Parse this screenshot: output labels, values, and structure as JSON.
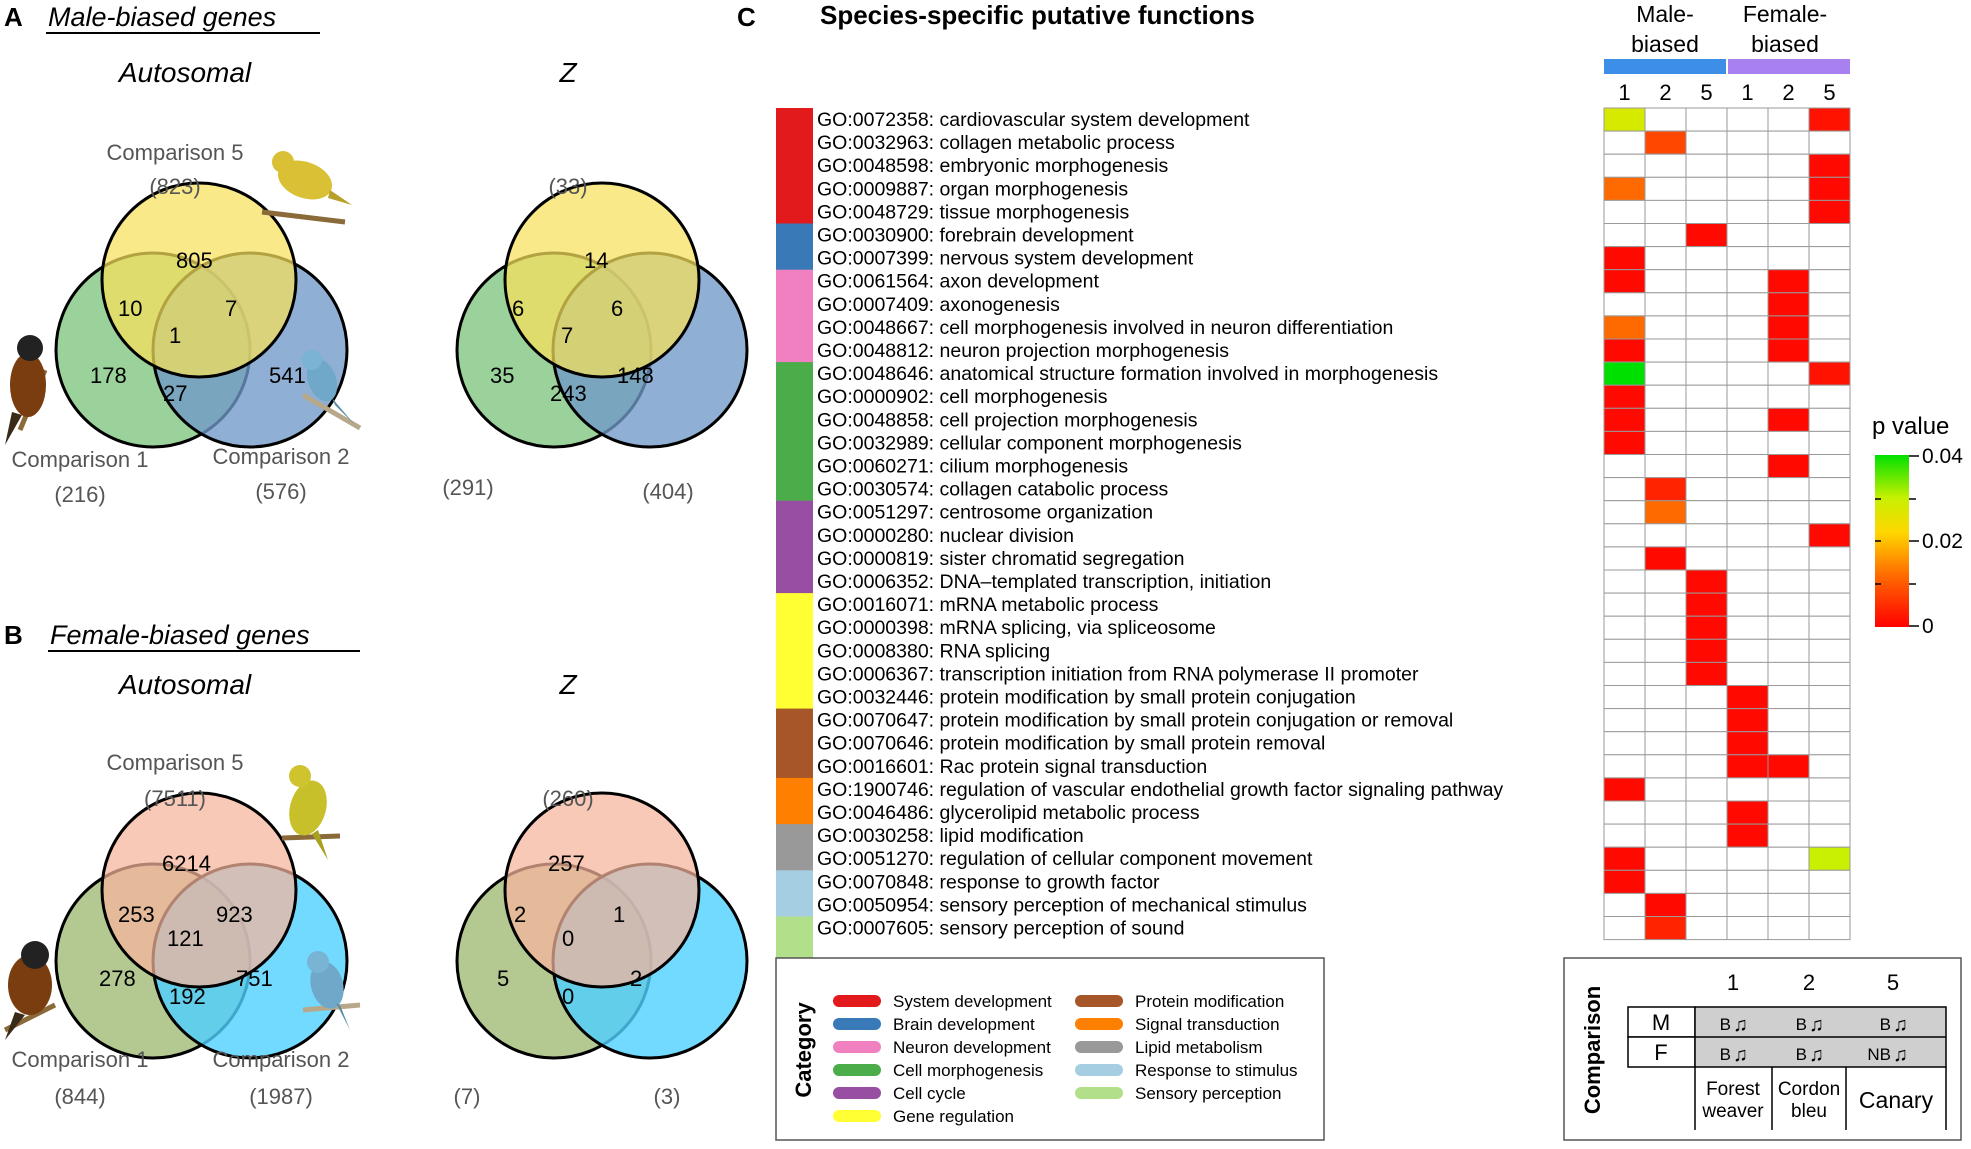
{
  "panelA": {
    "letter": "A",
    "title": "Male-biased genes",
    "autosomal": "Autosomal",
    "z": "Z",
    "auto": {
      "c5_label": "Comparison 5",
      "c5_total": "(823)",
      "c1_label": "Comparison 1",
      "c1_total": "(216)",
      "c2_label": "Comparison 2",
      "c2_total": "(576)",
      "top": "805",
      "left": "178",
      "right": "541",
      "top_left": "10",
      "top_right": "7",
      "bottom": "27",
      "center": "1"
    },
    "zset": {
      "c5_total": "(33)",
      "c1_total": "(291)",
      "c2_total": "(404)",
      "top": "14",
      "left": "35",
      "right": "148",
      "top_left": "6",
      "top_right": "6",
      "bottom": "243",
      "center": "7"
    }
  },
  "panelB": {
    "letter": "B",
    "title": "Female-biased genes",
    "autosomal": "Autosomal",
    "z": "Z",
    "auto": {
      "c5_label": "Comparison 5",
      "c5_total": "(7511)",
      "c1_label": "Comparison 1",
      "c1_total": "(844)",
      "c2_label": "Comparison 2",
      "c2_total": "(1987)",
      "top": "6214",
      "left": "278",
      "right": "751",
      "top_left": "253",
      "top_right": "923",
      "bottom": "192",
      "center": "121"
    },
    "zset": {
      "c5_total": "(260)",
      "c1_total": "(7)",
      "c2_total": "(3)",
      "top": "257",
      "left": "5",
      "right": "2",
      "top_left": "2",
      "top_right": "1",
      "bottom": "0",
      "center": "0"
    }
  },
  "panelC": {
    "letter": "C",
    "title": "Species-specific putative functions",
    "male_label_1": "Male-",
    "male_label_2": "biased",
    "female_label_1": "Female-",
    "female_label_2": "biased",
    "columns": [
      "1",
      "2",
      "5",
      "1",
      "2",
      "5"
    ],
    "group_colors": {
      "male": "#3d8ee6",
      "female": "#a980f0"
    },
    "categories": [
      {
        "name": "System development",
        "color": "#e31a1c",
        "count": 5
      },
      {
        "name": "Brain development",
        "color": "#3979b8",
        "count": 2
      },
      {
        "name": "Neuron development",
        "color": "#f080c0",
        "count": 4
      },
      {
        "name": "Cell morphogenesis",
        "color": "#4aad4a",
        "count": 6
      },
      {
        "name": "Cell cycle",
        "color": "#984ea3",
        "count": 4
      },
      {
        "name": "Gene regulation",
        "color": "#ffff33",
        "count": 5
      },
      {
        "name": "Protein modification",
        "color": "#a65628",
        "count": 3
      },
      {
        "name": "Signal transduction",
        "color": "#ff7f00",
        "count": 2
      },
      {
        "name": "Lipid metabolism",
        "color": "#999999",
        "count": 2
      },
      {
        "name": "Response to stimulus",
        "color": "#a6cee3",
        "count": 2
      },
      {
        "name": "Sensory perception",
        "color": "#b2df8a",
        "count": 2
      }
    ],
    "terms": [
      "GO:0072358: cardiovascular system development",
      "GO:0032963: collagen metabolic process",
      "GO:0048598: embryonic morphogenesis",
      "GO:0009887: organ morphogenesis",
      "GO:0048729: tissue morphogenesis",
      "GO:0030900: forebrain development",
      "GO:0007399: nervous system development",
      "GO:0061564: axon development",
      "GO:0007409: axonogenesis",
      "GO:0048667: cell morphogenesis involved in neuron differentiation",
      "GO:0048812: neuron projection morphogenesis",
      "GO:0048646: anatomical structure formation involved in morphogenesis",
      "GO:0000902: cell morphogenesis",
      "GO:0048858: cell projection morphogenesis",
      "GO:0032989: cellular component morphogenesis",
      "GO:0060271: cilium morphogenesis",
      "GO:0030574: collagen catabolic process",
      "GO:0051297: centrosome organization",
      "GO:0000280: nuclear division",
      "GO:0000819: sister chromatid segregation",
      "GO:0006352: DNA–templated transcription, initiation",
      "GO:0016071: mRNA metabolic process",
      "GO:0000398: mRNA splicing, via spliceosome",
      "GO:0008380: RNA splicing",
      "GO:0006367: transcription initiation from RNA polymerase II promoter",
      "GO:0032446: protein modification by small protein conjugation",
      "GO:0070647: protein modification by small protein conjugation or removal",
      "GO:0070646: protein modification by small protein removal",
      "GO:0016601: Rac protein signal transduction",
      "GO:1900746: regulation of vascular endothelial growth factor signaling pathway",
      "GO:0046486: glycerolipid metabolic process",
      "GO:0030258: lipid modification",
      "GO:0051270: regulation of cellular component movement",
      "GO:0070848: response to growth factor",
      "GO:0050954: sensory perception of mechanical stimulus",
      "GO:0007605: sensory perception of sound"
    ],
    "cells": [
      [
        0.028,
        null,
        null,
        null,
        null,
        0.002
      ],
      [
        null,
        0.008,
        null,
        null,
        null,
        null
      ],
      [
        null,
        null,
        null,
        null,
        null,
        0.001
      ],
      [
        0.012,
        null,
        null,
        null,
        null,
        0.001
      ],
      [
        null,
        null,
        null,
        null,
        null,
        0.001
      ],
      [
        null,
        null,
        0.001,
        null,
        null,
        null
      ],
      [
        0.001,
        null,
        null,
        null,
        null,
        null
      ],
      [
        0.001,
        null,
        null,
        null,
        0.001,
        null
      ],
      [
        null,
        null,
        null,
        null,
        0.001,
        null
      ],
      [
        0.012,
        null,
        null,
        null,
        0.001,
        null
      ],
      [
        0.001,
        null,
        null,
        null,
        0.001,
        null
      ],
      [
        0.04,
        null,
        null,
        null,
        null,
        0.002
      ],
      [
        0.001,
        null,
        null,
        null,
        null,
        null
      ],
      [
        0.001,
        null,
        null,
        null,
        0.001,
        null
      ],
      [
        0.001,
        null,
        null,
        null,
        null,
        null
      ],
      [
        null,
        null,
        null,
        null,
        0.001,
        null
      ],
      [
        null,
        0.004,
        null,
        null,
        null,
        null
      ],
      [
        null,
        0.012,
        null,
        null,
        null,
        null
      ],
      [
        null,
        null,
        null,
        null,
        null,
        0.001
      ],
      [
        null,
        0.001,
        null,
        null,
        null,
        null
      ],
      [
        null,
        null,
        0.001,
        null,
        null,
        null
      ],
      [
        null,
        null,
        0.001,
        null,
        null,
        null
      ],
      [
        null,
        null,
        0.001,
        null,
        null,
        null
      ],
      [
        null,
        null,
        0.001,
        null,
        null,
        null
      ],
      [
        null,
        null,
        0.001,
        null,
        null,
        null
      ],
      [
        null,
        null,
        null,
        0.001,
        null,
        null
      ],
      [
        null,
        null,
        null,
        0.001,
        null,
        null
      ],
      [
        null,
        null,
        null,
        0.001,
        null,
        null
      ],
      [
        null,
        null,
        null,
        0.001,
        0.001,
        null
      ],
      [
        0.001,
        null,
        null,
        null,
        null,
        null
      ],
      [
        null,
        null,
        null,
        0.001,
        null,
        null
      ],
      [
        null,
        null,
        null,
        0.001,
        null,
        null
      ],
      [
        0.001,
        null,
        null,
        null,
        null,
        0.03
      ],
      [
        0.001,
        null,
        null,
        null,
        null,
        null
      ],
      [
        null,
        0.001,
        null,
        null,
        null,
        null
      ],
      [
        null,
        0.004,
        null,
        null,
        null,
        null
      ]
    ],
    "colorbar": {
      "title": "p value",
      "ticks": [
        "0.04",
        "0.02",
        "0"
      ]
    },
    "legend_title": "Category",
    "comparison": {
      "title": "Comparison",
      "cols": [
        "1",
        "2",
        "5"
      ],
      "rows": [
        {
          "label": "M",
          "cells": [
            "B",
            "B",
            "B"
          ]
        },
        {
          "label": "F",
          "cells": [
            "B",
            "B",
            "NB"
          ]
        }
      ],
      "note_glyph": "♫",
      "species_1a": "Forest",
      "species_1b": "weaver",
      "species_2a": "Cordon",
      "species_2b": "bleu",
      "species_3": "Canary"
    }
  }
}
